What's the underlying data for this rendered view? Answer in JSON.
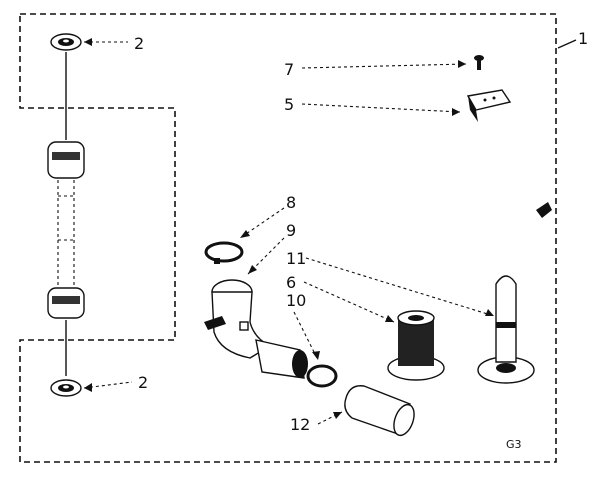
{
  "labels": {
    "assembly": "1",
    "leveling_top": "2",
    "leveling_bottom": "2",
    "screw": "7",
    "bracket": "5",
    "clamp": "8",
    "elbow": "9",
    "tip": "11",
    "cap": "6",
    "ring": "10",
    "hose": "12",
    "code": "G3"
  },
  "colors": {
    "ink": "#111111",
    "paper": "#ffffff"
  }
}
